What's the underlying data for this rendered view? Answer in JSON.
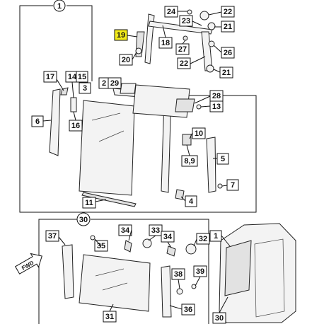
{
  "callouts": {
    "c1": "1",
    "c2": "2",
    "c3": "3",
    "c4": "4",
    "c5": "5",
    "c6": "6",
    "c7": "7",
    "c8_9": "8,9",
    "c10": "10",
    "c11": "11",
    "c13": "13",
    "c14": "14",
    "c15": "15",
    "c16": "16",
    "c17": "17",
    "c18": "18",
    "c19": "19",
    "c20": "20",
    "c21a": "21",
    "c21b": "21",
    "c22a": "22",
    "c22b": "22",
    "c23": "23",
    "c24": "24",
    "c26": "26",
    "c27": "27",
    "c28": "28",
    "c29": "29",
    "c30": "30",
    "c31": "31",
    "c32": "32",
    "c33": "33",
    "c34": "34",
    "c35": "35",
    "c36": "36",
    "c37": "37",
    "c38": "38",
    "c39": "39",
    "c1b": "1",
    "c30b": "30"
  },
  "fwd_label": "FWD",
  "colors": {
    "highlight": "#f4ec1a",
    "ink": "#111111"
  }
}
